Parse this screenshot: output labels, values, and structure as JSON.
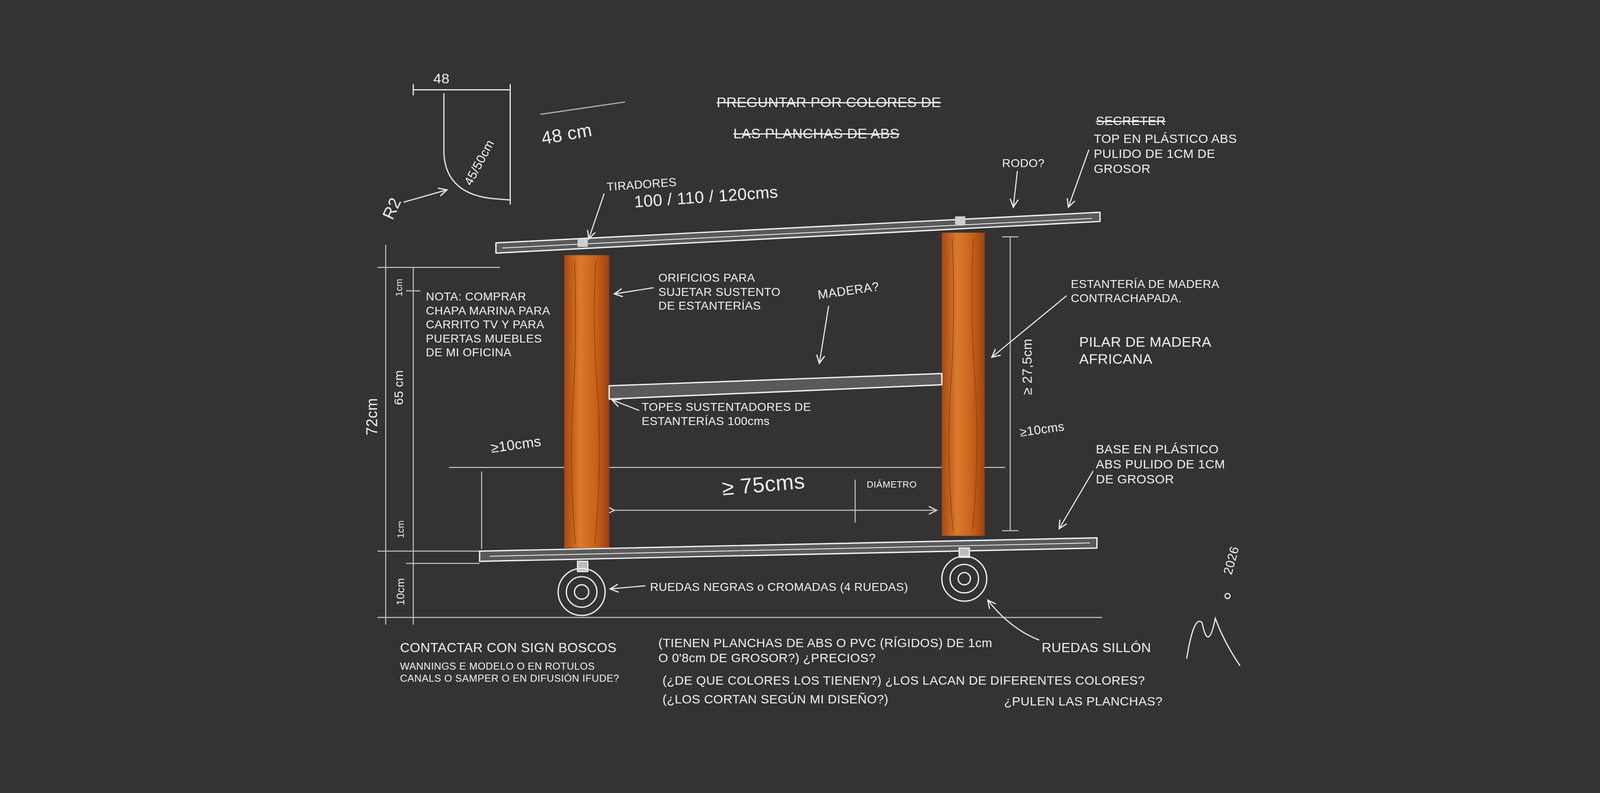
{
  "diagram": {
    "labels": [
      "48",
      "45/50cm",
      "R2",
      "48 cm",
      "PREGUNTAR POR COLORES DE",
      "LAS PLANCHAS DE ABS",
      "TIRADORES",
      "100 / 110 / 120cms",
      "RODO?",
      "SECRETER",
      "TOP EN PLÁSTICO ABS PULIDO DE 1CM DE GROSOR",
      "ORIFICIOS PARA SUJETAR SUSTENTO DE ESTANTERÍAS",
      "MADERA?",
      "ESTANTERÍA DE MADERA CONTRACHAPADA.",
      "PILAR DE MADERA AFRICANA",
      "NOTA: COMPRAR CHAPA MARINA PARA CARRITO TV Y PARA PUERTAS MUEBLES DE MI OFICINA",
      "TOPES SUSTENTADORES DE ESTANTERÍAS 100cms",
      "≥10cms",
      "≥ 75cms",
      "DIÁMETRO",
      "≥ 27,5cm",
      "≥10cms",
      "BASE EN PLÁSTICO ABS PULIDO DE 1CM DE GROSOR",
      "RUEDAS NEGRAS o CROMADAS (4 RUEDAS)",
      "RUEDAS SILLÓN",
      "CONTACTAR CON SIGN BOSCOS",
      "WANNINGS E MODELO O EN ROTULOS CANALS O SAMPER O EN DIFUSIÓN IFUDE?",
      "(TIENEN PLANCHAS DE ABS O PVC (RÍGIDOS) DE 1cm O 0'8cm DE GROSOR?) ¿PRECIOS?",
      "(¿DE QUE COLORES LOS TIENEN?) ¿LOS LACAN DE DIFERENTES COLORES?",
      "(¿LOS CORTAN SEGÚN MI DISEÑO?)",
      "¿PULEN LAS PLANCHAS?",
      "2026",
      "72cm",
      "65 cm",
      "1cm",
      "1cm",
      "10cm"
    ]
  }
}
